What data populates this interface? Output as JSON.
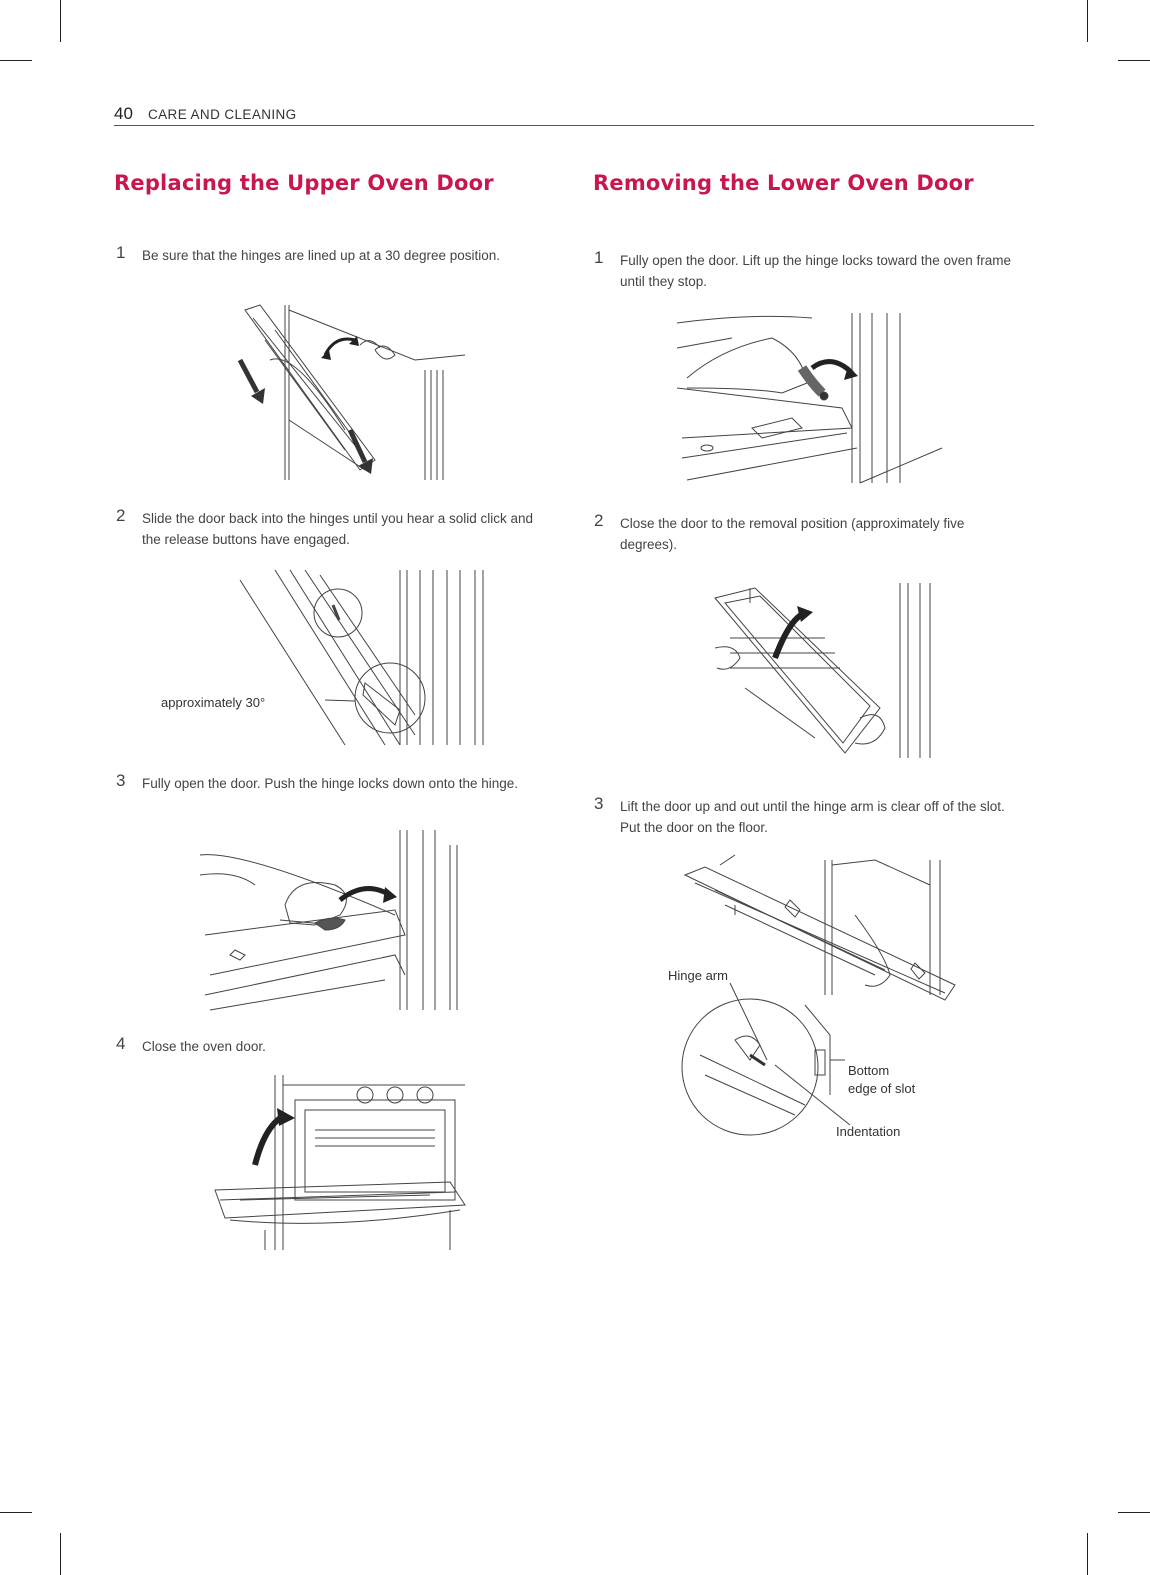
{
  "header": {
    "page_number": "40",
    "section": "CARE AND CLEANING"
  },
  "left": {
    "title": "Replacing the Upper Oven Door",
    "steps": [
      {
        "num": "1",
        "text": "Be sure that the hinges are lined up at a 30 degree position."
      },
      {
        "num": "2",
        "text": "Slide the door back into the hinges until you hear a solid click and the release buttons have engaged."
      },
      {
        "num": "3",
        "text": "Fully open the door. Push the hinge locks down onto the hinge."
      },
      {
        "num": "4",
        "text": "Close the oven door."
      }
    ],
    "fig2_label": "approximately 30°"
  },
  "right": {
    "title": "Removing the Lower Oven Door",
    "steps": [
      {
        "num": "1",
        "text": "Fully open the door. Lift up the hinge locks toward the oven frame until they stop."
      },
      {
        "num": "2",
        "text": "Close the door to the removal position (approximately five degrees)."
      },
      {
        "num": "3",
        "text": "Lift the door up and out until the hinge arm is clear off of the slot. Put the door on the floor."
      }
    ],
    "fig3_labels": {
      "hinge_arm": "Hinge arm",
      "bottom_edge_1": "Bottom",
      "bottom_edge_2": "edge of slot",
      "indentation": "Indentation"
    }
  }
}
